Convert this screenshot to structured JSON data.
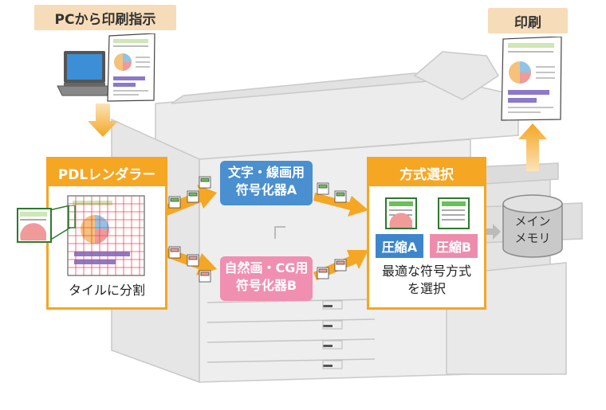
{
  "labels": {
    "pc_print": "PCから印刷指示",
    "print": "印刷",
    "pdl_renderer": "PDLレンダラー",
    "tile_split": "タイルに分割",
    "encoder_a_line1": "文字・線画用",
    "encoder_a_line2": "符号化器A",
    "encoder_b_line1": "自然画・CG用",
    "encoder_b_line2": "符号化器B",
    "method_select": "方式選択",
    "compress_a": "圧縮A",
    "compress_b": "圧縮B",
    "optimal_line1": "最適な符号方式",
    "optimal_line2": "を選択",
    "memory_line1": "メイン",
    "memory_line2": "メモリ"
  },
  "colors": {
    "orange": "#f5a623",
    "orange_light": "#f6dcb8",
    "encoder_a": "#4a8fd0",
    "encoder_b": "#f08fb0",
    "compress_a": "#3d86cc",
    "compress_b": "#ee8cab",
    "printer_gray": "#e3e3e3"
  },
  "icons": [
    "laptop-icon",
    "document-icon",
    "memory-cylinder-icon",
    "printer-illustration"
  ]
}
